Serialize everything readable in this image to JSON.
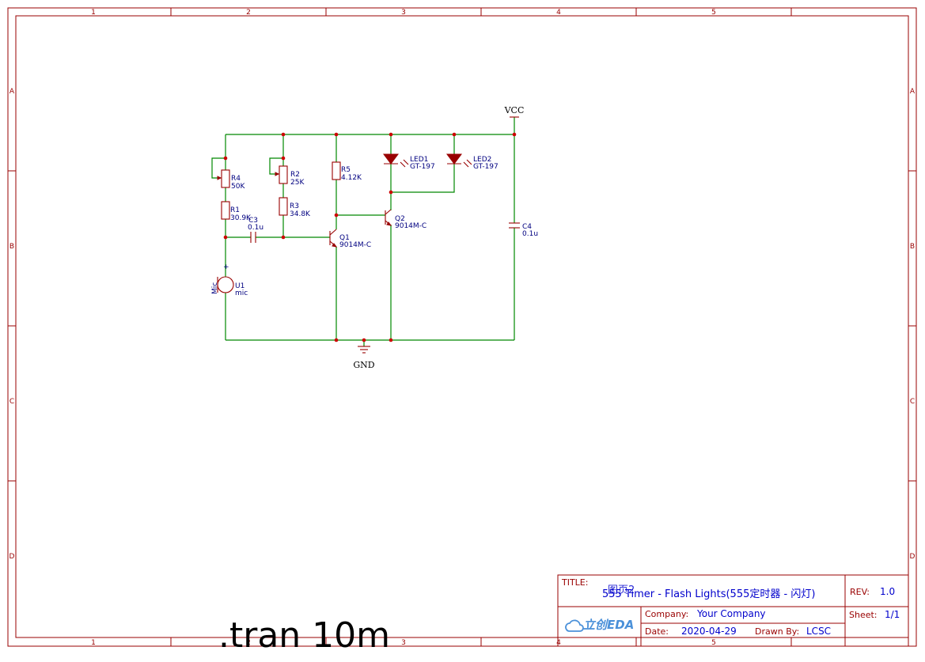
{
  "frame": {
    "columns": [
      "1",
      "2",
      "3",
      "4",
      "5"
    ],
    "rows": [
      "A",
      "B",
      "C",
      "D"
    ]
  },
  "nets": {
    "vcc": "VCC",
    "gnd": "GND"
  },
  "components": {
    "R4": {
      "ref": "R4",
      "value": "50K"
    },
    "R1": {
      "ref": "R1",
      "value": "30.9K"
    },
    "R2": {
      "ref": "R2",
      "value": "25K"
    },
    "R3": {
      "ref": "R3",
      "value": "34.8K"
    },
    "R5": {
      "ref": "R5",
      "value": "4.12K"
    },
    "C3": {
      "ref": "C3",
      "value": "0.1u"
    },
    "C4": {
      "ref": "C4",
      "value": "0.1u"
    },
    "Q1": {
      "ref": "Q1",
      "value": "9014M-C"
    },
    "Q2": {
      "ref": "Q2",
      "value": "9014M-C"
    },
    "LED1": {
      "ref": "LED1",
      "value": "GT-197"
    },
    "LED2": {
      "ref": "LED2",
      "value": "GT-197"
    },
    "U1": {
      "ref": "U1",
      "value": "mic",
      "pin_label": "Mic",
      "plus": "+"
    }
  },
  "title_block": {
    "title_key": "TITLE:",
    "title_overlay": "图页2",
    "title_value": "555 Timer - Flash Lights(555定时器 - 闪灯)",
    "rev_key": "REV:",
    "rev_value": "1.0",
    "company_key": "Company:",
    "company_value": "Your Company",
    "sheet_key": "Sheet:",
    "sheet_value": "1/1",
    "date_key": "Date:",
    "date_value": "2020-04-29",
    "drawn_key": "Drawn By:",
    "drawn_value": "LCSC",
    "logo": "立创EDA"
  },
  "sim_directive": ".tran 10m"
}
